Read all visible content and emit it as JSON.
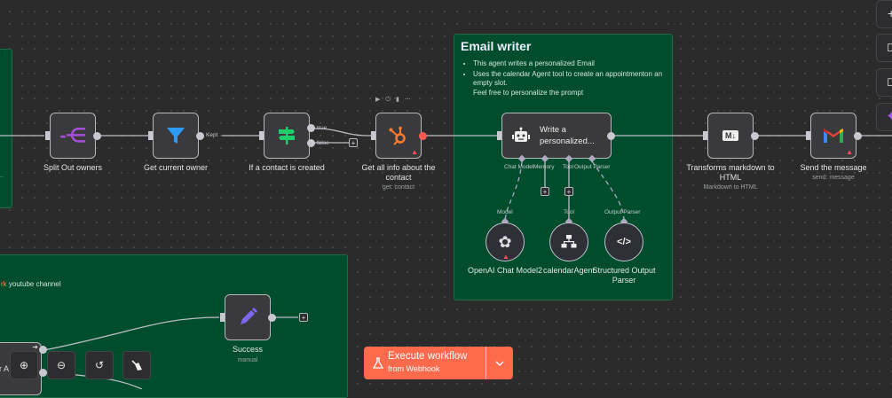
{
  "sticky_notes": {
    "left_top": {
      "text_fragment": "/..."
    },
    "email_writer": {
      "title": "Email writer",
      "bullets": [
        "This agent writes a personalized Email",
        "Uses the calendar Agent tool to create an appointmenton an empty slot.\nFeel free to personalize the prompt"
      ]
    },
    "bottom_left": {
      "text_highlight": "rk",
      "text_rest": " youtube channel"
    }
  },
  "nodes": {
    "split_out": {
      "label": "Split Out owners",
      "icon": "split-out-icon",
      "color": "#a64dd9"
    },
    "get_owner": {
      "label": "Get current owner",
      "icon": "filter-icon",
      "color": "#2b9bf4",
      "output_label": "Kept"
    },
    "if_contact": {
      "label": "If a contact is created",
      "icon": "signpost-icon",
      "color": "#1ecf6b",
      "outputs": [
        "true",
        "false"
      ]
    },
    "hubspot": {
      "label": "Get all info about the contact",
      "subtitle": "get: contact",
      "icon": "hubspot-icon",
      "color": "#ff7a2f",
      "warning": true,
      "actions": [
        "play-icon",
        "power-icon",
        "trash-icon",
        "more-icon"
      ]
    },
    "agent": {
      "label": "Write a personalized...",
      "icon": "robot-icon",
      "ports": [
        "Chat Model",
        "Memory",
        "Tool",
        "Output Parser"
      ]
    },
    "openai": {
      "label": "OpenAI Chat Model2",
      "icon": "openai-icon",
      "port_label": "Model",
      "warning": true
    },
    "calendar_agent": {
      "label": "calendarAgent",
      "icon": "sitemap-icon",
      "port_label": "Tool"
    },
    "output_parser": {
      "label": "Structured Output Parser",
      "icon": "code-icon",
      "port_label": "Output Parser"
    },
    "markdown": {
      "label": "Transforms markdown to HTML",
      "subtitle": "Markdown to HTML",
      "icon": "markdown-icon"
    },
    "gmail": {
      "label": "Send the message",
      "subtitle": "send: message",
      "icon": "gmail-icon",
      "warning": true
    },
    "success": {
      "label": "Success",
      "subtitle": "manual",
      "icon": "pencil-icon",
      "color": "#7b68ee"
    },
    "partial_left": {
      "label": "r A"
    }
  },
  "canvas_controls": [
    {
      "name": "zoom-in-button",
      "icon": "zoom-in-icon",
      "glyph": "⊕"
    },
    {
      "name": "zoom-out-button",
      "icon": "zoom-out-icon",
      "glyph": "⊖"
    },
    {
      "name": "reset-zoom-button",
      "icon": "undo-icon",
      "glyph": "↺"
    },
    {
      "name": "tidy-up-button",
      "icon": "broom-icon",
      "glyph": "🧹"
    }
  ],
  "right_toolbar": [
    {
      "name": "add-node-button",
      "icon": "plus-icon",
      "glyph": "+"
    },
    {
      "name": "sticky-note-button",
      "icon": "square-icon",
      "glyph": "◻"
    },
    {
      "name": "panel-button",
      "icon": "panel-icon",
      "glyph": "◻"
    },
    {
      "name": "ai-assistant-button",
      "icon": "sparkle-icon",
      "glyph": "✦",
      "color": "#a855f7"
    }
  ],
  "execute": {
    "title": "Execute workflow",
    "subtitle": "from Webhook",
    "icon": "flask-icon",
    "dropdown_icon": "chevron-down-icon",
    "color": "#ff6a4d"
  }
}
